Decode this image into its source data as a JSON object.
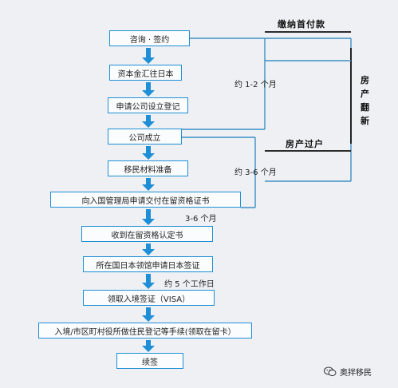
{
  "steps": {
    "consult": "咨询 · 签约",
    "funds": "资本金汇往日本",
    "apply_company": "申请公司设立登记",
    "company_established": "公司成立",
    "immigration_docs": "移民材料准备",
    "submit_coe": "向入国管理局申请交付在留资格证书",
    "receive_coe": "收到在留资格认定书",
    "apply_visa": "所在国日本领馆申请日本签证",
    "receive_visa": "领取入境签证（VISA）",
    "entry_registration": "入境/市区町村役所做住民登记等手续(领取在留卡）",
    "renewal": "续签"
  },
  "durations": {
    "d1": "约 1-2 个月",
    "d2": "约 3-6 个月",
    "d3": "3-6 个月",
    "d4": "约 5 个工作日"
  },
  "side": {
    "down_payment": "缴纳首付款",
    "transfer": "房产过户",
    "renovation": [
      "房",
      "产",
      "翻",
      "新"
    ]
  },
  "watermark": {
    "text": "奥拌移民",
    "icon": "wechat-icon"
  },
  "colors": {
    "box_border": "#1e8fd6",
    "arrow": "#1e8fd6",
    "line": "#3d8fc4",
    "black_line": "#111111"
  }
}
